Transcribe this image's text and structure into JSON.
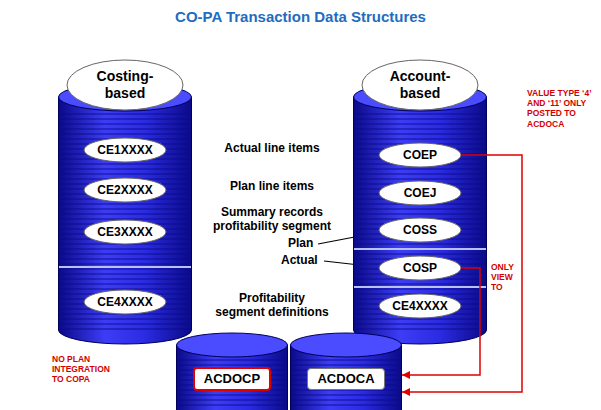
{
  "diagram": {
    "title": "CO-PA Transaction Data Structures",
    "nodes": [
      {
        "text": [
          "Costing-based"
        ]
      },
      {
        "text": [
          "CE1XXXX"
        ],
        "in": 0
      },
      {
        "text": [
          "CE2XXXX"
        ],
        "in": 0
      },
      {
        "text": [
          "CE3XXXX"
        ],
        "in": 0
      },
      {
        "text": [
          "CE4XXXX"
        ],
        "in": 0
      },
      {
        "text": [
          "Account-based"
        ]
      },
      {
        "text": [
          "COEP"
        ],
        "in": 5
      },
      {
        "text": [
          "COEJ"
        ],
        "in": 5
      },
      {
        "text": [
          "COSS"
        ],
        "in": 5
      },
      {
        "text": [
          "COSP"
        ],
        "in": 5
      },
      {
        "text": [
          "CE4XXXX"
        ],
        "in": 5
      },
      {
        "text": [
          "ACDOCP"
        ]
      },
      {
        "text": [
          "ACDOCA"
        ]
      }
    ],
    "edges": [
      {
        "from": 6,
        "to": 12,
        "arrow": "to"
      },
      {
        "from": 9,
        "to": 12,
        "arrow": "to"
      }
    ],
    "labels": [
      "VALUE TYPE ‘4’ AND ‘11’ ONLY POSTED TO ACDOCA",
      "Actual line items",
      "Plan line items",
      "Summary records profitability segment",
      "Plan",
      "Actual",
      "ONLY VIEW TO",
      "Profitability segment definitions",
      "NO PLAN INTEGRATION TO COPA"
    ]
  }
}
